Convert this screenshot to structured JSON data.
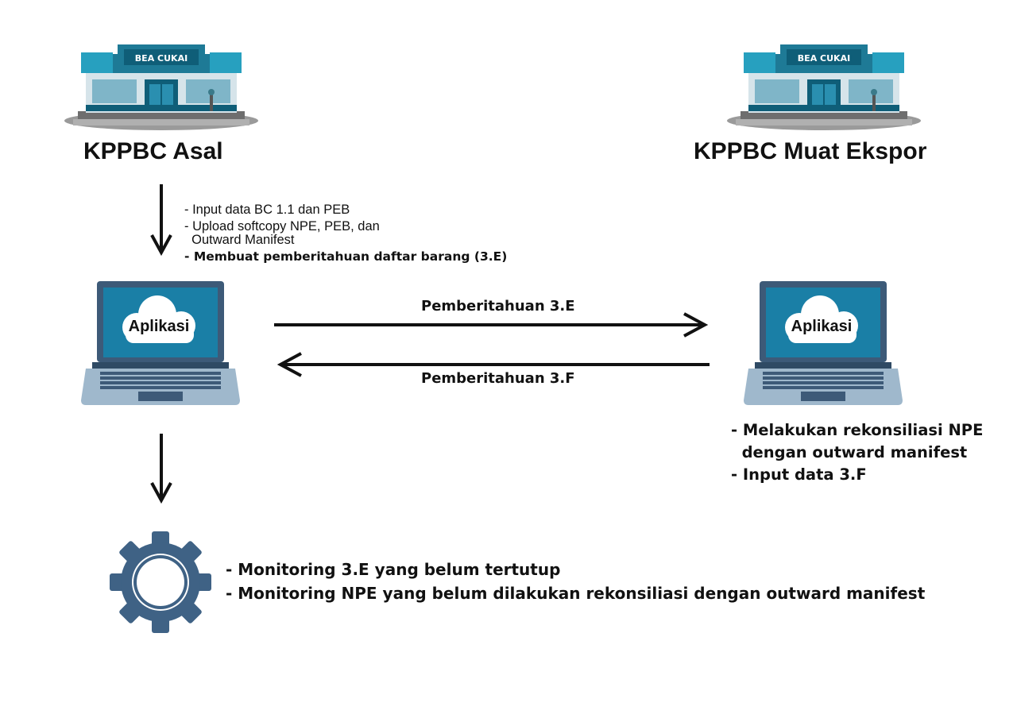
{
  "offices": {
    "origin": {
      "sign": "BEA CUKAI",
      "title": "KPPBC Asal"
    },
    "destination": {
      "sign": "BEA CUKAI",
      "title": "KPPBC Muat Ekspor"
    }
  },
  "origin_steps": [
    "- Input data BC 1.1 dan PEB",
    "- Upload softcopy NPE, PEB, dan",
    "  Outward Manifest",
    "- Membuat pemberitahuan daftar barang (3.E)"
  ],
  "laptops": {
    "left_label": "Aplikasi",
    "right_label": "Aplikasi"
  },
  "messages": {
    "forward": "Pemberitahuan 3.E",
    "backward": "Pemberitahuan 3.F"
  },
  "destination_steps": [
    "- Melakukan rekonsiliasi NPE",
    "  dengan outward manifest",
    "- Input data 3.F"
  ],
  "monitoring": [
    "- Monitoring 3.E yang belum tertutup",
    "- Monitoring NPE yang belum dilakukan rekonsiliasi dengan outward manifest"
  ],
  "colors": {
    "building_teal": "#1e7a96",
    "laptop_frame": "#3d5a78",
    "laptop_screen": "#1a7fa6",
    "gear": "#3f6285"
  }
}
